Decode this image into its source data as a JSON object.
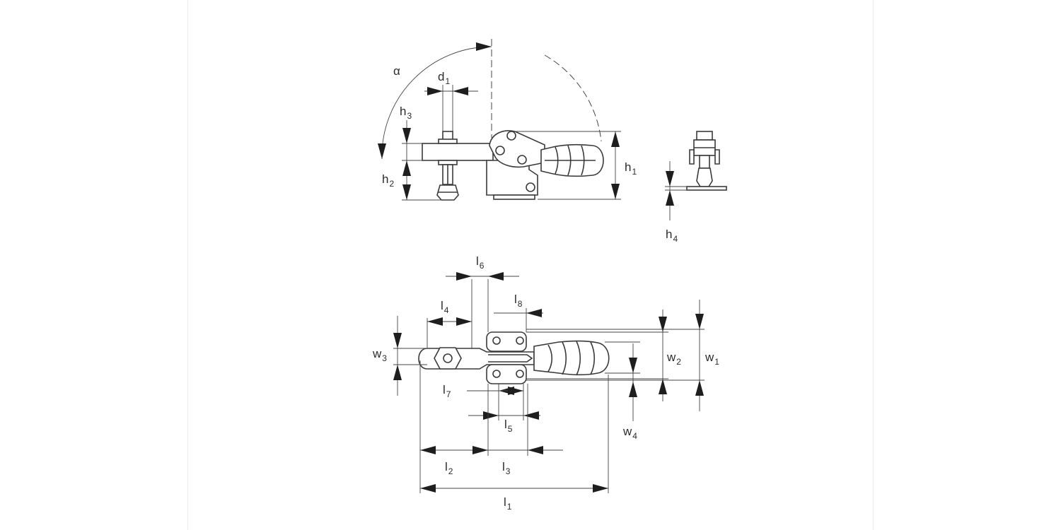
{
  "labels": {
    "alpha": "α",
    "d": "d",
    "d_sub": "1",
    "h": "h",
    "h1": "1",
    "h2": "2",
    "h3": "3",
    "h4": "4",
    "l": "l",
    "l1": "1",
    "l2": "2",
    "l3": "3",
    "l4": "4",
    "l5": "5",
    "l6": "6",
    "l7": "7",
    "l8": "8",
    "w": "w",
    "w1": "1",
    "w2": "2",
    "w3": "3",
    "w4": "4"
  },
  "colors": {
    "line": "#3a3a3a",
    "arrow": "#1e1e1e",
    "text": "#2b2b2b"
  }
}
